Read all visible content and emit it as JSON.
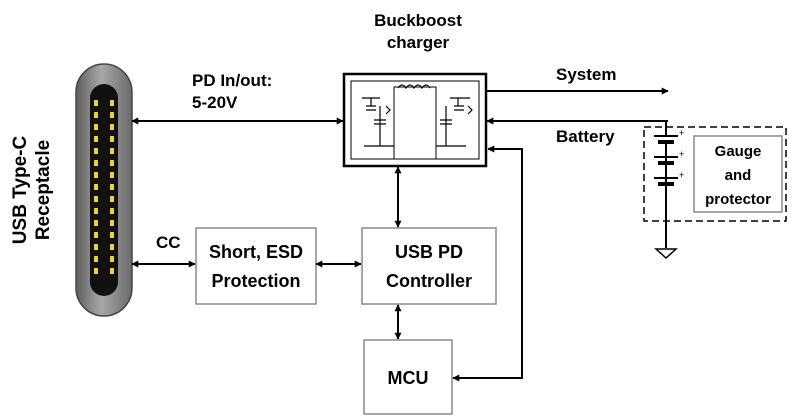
{
  "receptacle": {
    "label_line1": "USB Type-C",
    "label_line2": "Receptacle"
  },
  "pd_link": {
    "label_line1": "PD In/out:",
    "label_line2": "5-20V"
  },
  "charger": {
    "label_line1": "Buckboost",
    "label_line2": "charger"
  },
  "outputs": {
    "system": "System",
    "battery": "Battery"
  },
  "gauge": {
    "line1": "Gauge",
    "line2": "and",
    "line3": "protector"
  },
  "cc": {
    "label": "CC"
  },
  "protection": {
    "line1": "Short, ESD",
    "line2": "Protection"
  },
  "pd_controller": {
    "line1": "USB PD",
    "line2": "Controller"
  },
  "mcu": {
    "label": "MCU"
  },
  "colors": {
    "receptacle_body": "#8c8c8c",
    "receptacle_slot": "#111111",
    "pins": "#e8d23c",
    "box_border": "#8a8a8a"
  }
}
